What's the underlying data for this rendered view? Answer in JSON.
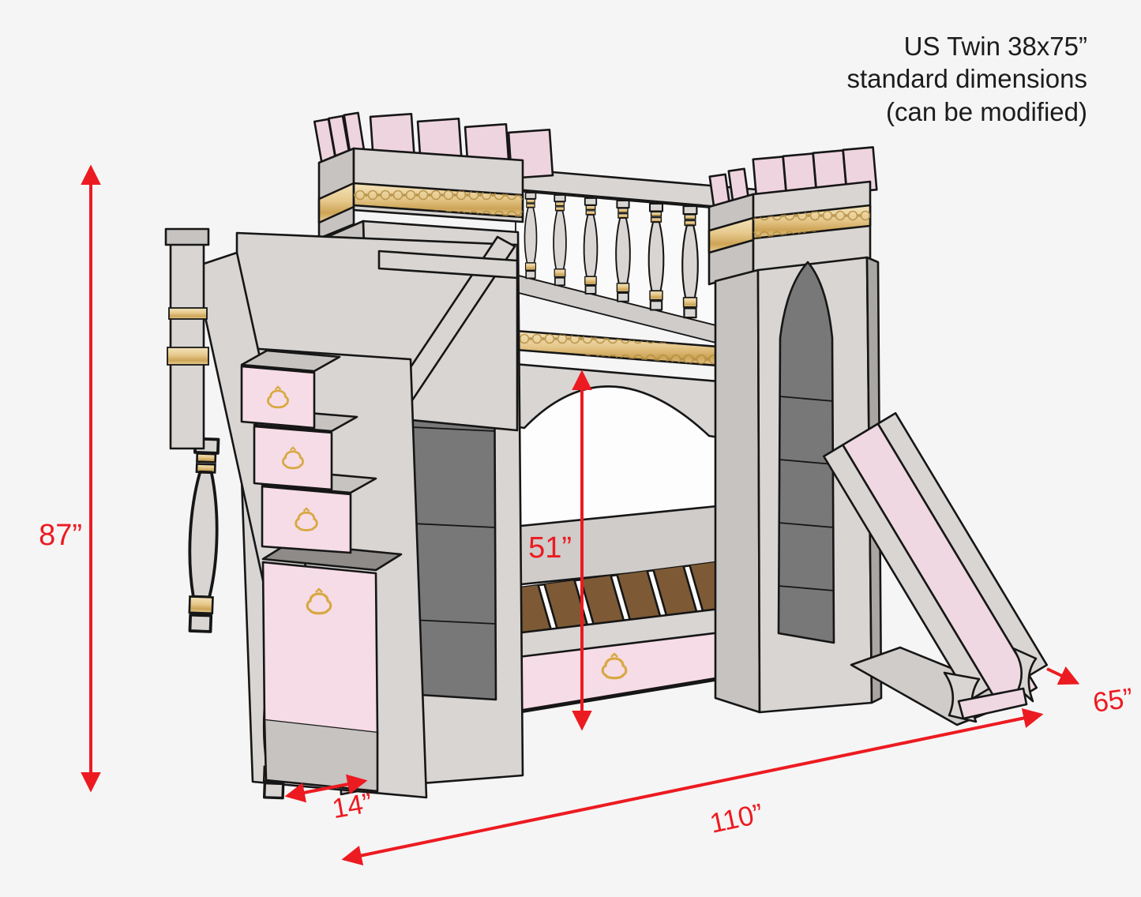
{
  "note": {
    "lines": [
      "US Twin 38x75”",
      "standard dimensions",
      "(can be modified)"
    ]
  },
  "dimensions": {
    "overall_height": {
      "label": "87”"
    },
    "under_bunk_clearance": {
      "label": "51”"
    },
    "staircase_depth": {
      "label": "14”"
    },
    "overall_length": {
      "label": "110”"
    },
    "overall_depth": {
      "label": "65”"
    }
  },
  "colors": {
    "background": "#f6f5f5",
    "dimension_red": "#ec1b21",
    "text_black": "#1c1c1c",
    "castle_gray": "#d8d5d3",
    "castle_gray_side": "#c6c3c1",
    "window_gray": "#787878",
    "merlon_pink": "#eed4df",
    "drawer_pink": "#f6dce6",
    "slide_pink": "#efd8e1",
    "gold_trim": "#d9b96e",
    "slat_brown": "#7d5a35"
  },
  "illustration": {
    "subject": "castle bunk bed with staircase drawers and slide",
    "visible_parts": [
      "left tower with crenellations and gothic window",
      "right tower with crenellations and gothic window",
      "upper guardrail with turned balusters",
      "gold moldings",
      "staircase with four pink drawers",
      "lower bed with slats",
      "pink trundle drawer",
      "pink slide"
    ]
  }
}
